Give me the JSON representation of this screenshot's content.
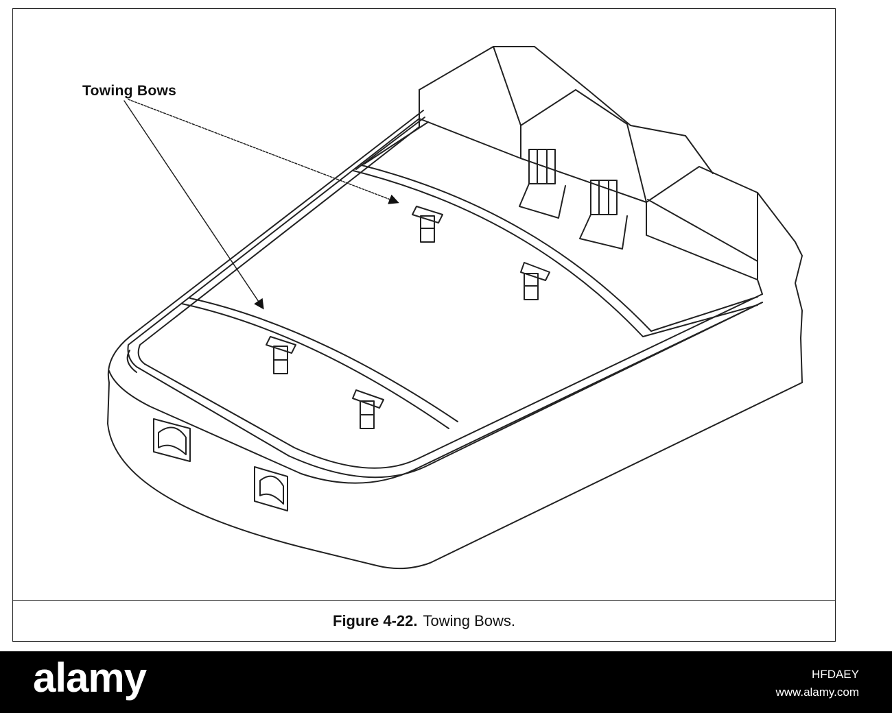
{
  "figure": {
    "callout": "Towing Bows",
    "caption_number": "Figure 4-22.",
    "caption_text": "Towing Bows."
  },
  "watermark": {
    "logo": "alamy",
    "image_id": "HFDAEY",
    "site": "www.alamy.com"
  }
}
